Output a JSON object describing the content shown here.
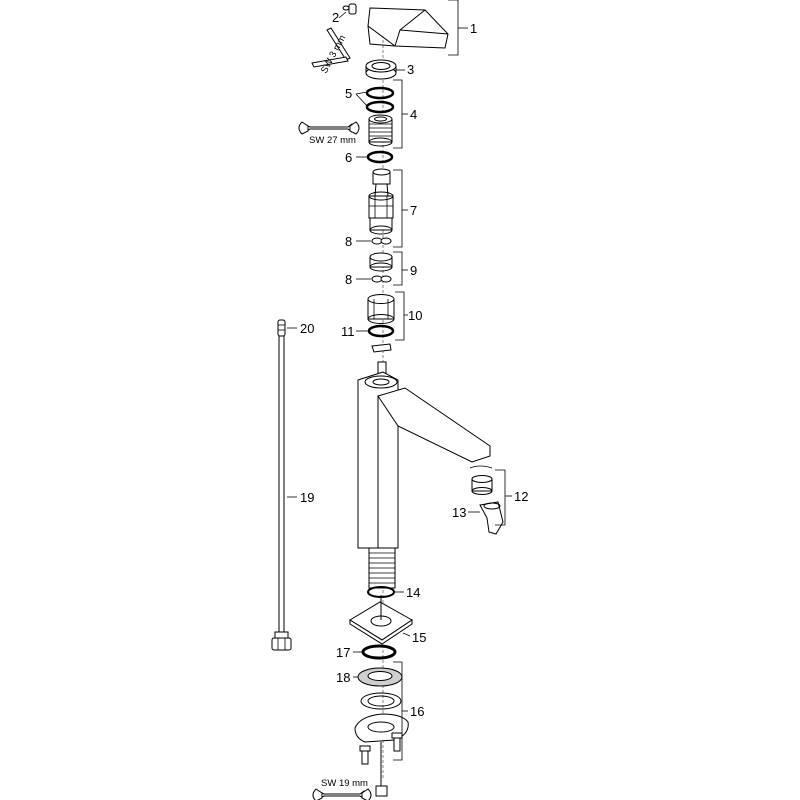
{
  "diagram": {
    "callouts": {
      "p1": "1",
      "p2": "2",
      "p3": "3",
      "p4": "4",
      "p5": "5",
      "p6": "6",
      "p7": "7",
      "p8a": "8",
      "p8b": "8",
      "p9": "9",
      "p10": "10",
      "p11": "11",
      "p12": "12",
      "p13": "13",
      "p14": "14",
      "p15": "15",
      "p16": "16",
      "p17": "17",
      "p18": "18",
      "p19": "19",
      "p20": "20"
    },
    "tools": {
      "hex_key": "SW 3 mm",
      "wrench_27": "SW 27 mm",
      "wrench_19": "SW 19 mm"
    }
  }
}
